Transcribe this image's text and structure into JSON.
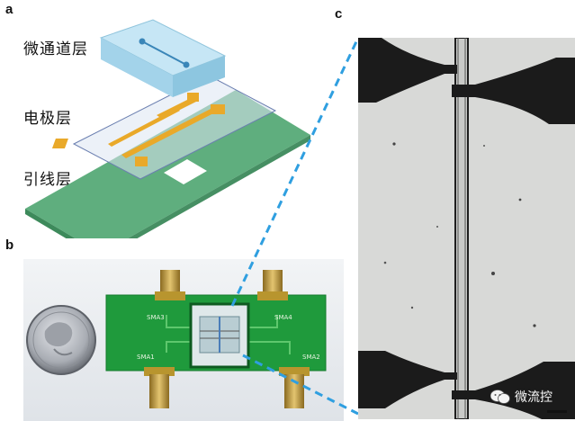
{
  "panels": {
    "a": "a",
    "b": "b",
    "c": "c"
  },
  "layers": {
    "microchannel": "微通道层",
    "electrode": "电极层",
    "wiring": "引线层"
  },
  "board": {
    "sma_labels": [
      "SMA3",
      "SMA4",
      "SMA1",
      "SMA2"
    ]
  },
  "watermark": {
    "text": "微流控",
    "icon": "wechat-icon"
  },
  "colors": {
    "pcb_green": "#1f9a3c",
    "channel_blue": "#a9d9ee",
    "electrode_gold": "#e9a92a",
    "layer_green": "#5aa67a",
    "guide_blue": "#2f9fe0"
  }
}
